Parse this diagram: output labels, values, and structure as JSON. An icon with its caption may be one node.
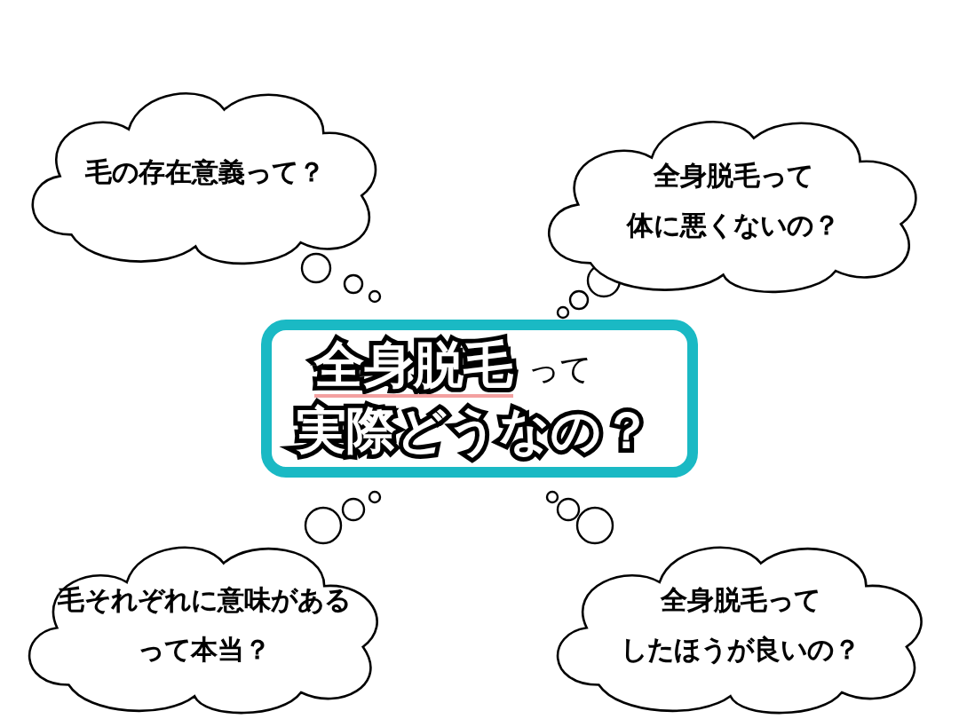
{
  "diagram": {
    "nodes": [
      {
        "text": [
          "毛の存在意義って？"
        ]
      },
      {
        "text": [
          "全身脱毛って体に悪くないの？"
        ]
      },
      {
        "text": [
          "全身脱毛",
          "って",
          "実際どうなの？"
        ]
      },
      {
        "text": [
          "毛それぞれに意味があるって本当？"
        ]
      },
      {
        "text": [
          "全身脱毛ってしたほうが良いの？"
        ]
      }
    ]
  }
}
